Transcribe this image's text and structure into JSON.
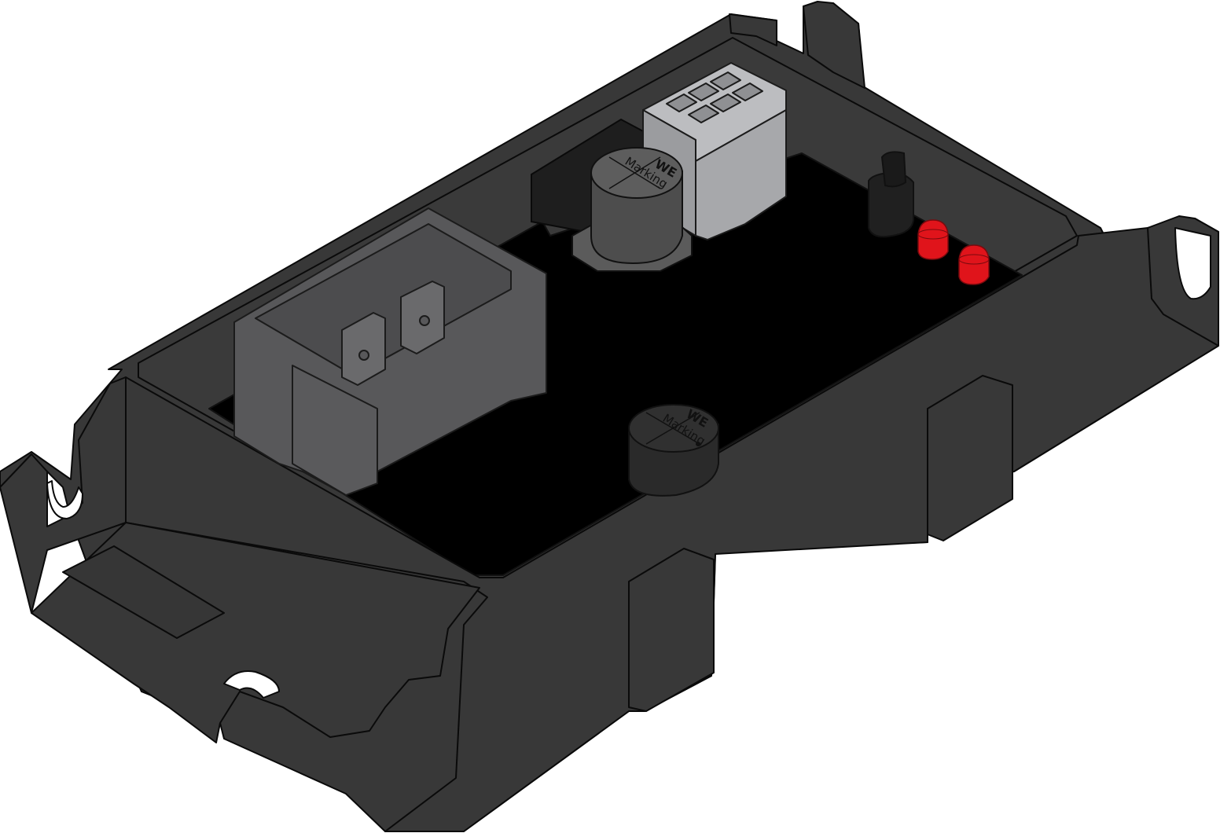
{
  "colors": {
    "housing": "#383838",
    "housing_edge": "#0a0a0a",
    "pcb": "#000000",
    "connector_light": "#a7a8ab",
    "connector_dark": "#58585a",
    "capacitor": "#4d4d4d",
    "led": "#e0141b",
    "background": "#ffffff"
  },
  "components": {
    "capacitor_large": {
      "logo": "WE",
      "marking": "Marking"
    },
    "capacitor_small": {
      "logo": "WE",
      "marking": "Marking"
    }
  }
}
